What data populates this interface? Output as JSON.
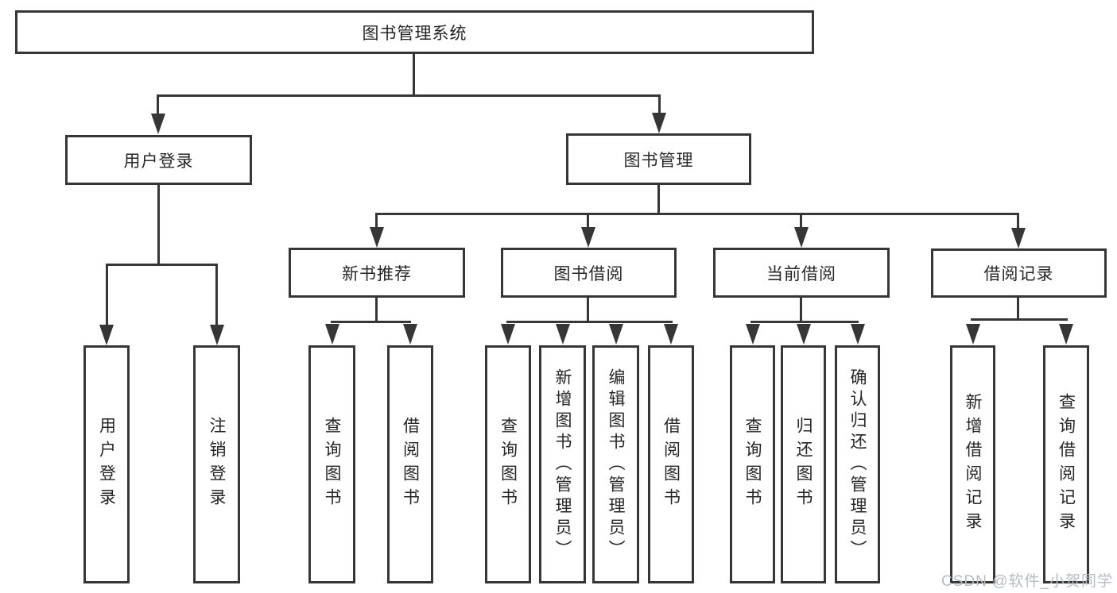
{
  "diagram": {
    "type": "hierarchy-tree",
    "root": {
      "label": "图书管理系统"
    },
    "level2": [
      {
        "label": "用户登录"
      },
      {
        "label": "图书管理"
      }
    ],
    "level3": [
      {
        "label": "新书推荐"
      },
      {
        "label": "图书借阅"
      },
      {
        "label": "当前借阅"
      },
      {
        "label": "借阅记录"
      }
    ],
    "leaves": [
      {
        "label": "用户登录"
      },
      {
        "label": "注销登录"
      },
      {
        "label": "查询图书"
      },
      {
        "label": "借阅图书"
      },
      {
        "label": "查询图书"
      },
      {
        "label": "新增图书（管理员）"
      },
      {
        "label": "编辑图书（管理员）"
      },
      {
        "label": "借阅图书"
      },
      {
        "label": "查询图书"
      },
      {
        "label": "归还图书"
      },
      {
        "label": "确认归还（管理员）"
      },
      {
        "label": "新增借阅记录"
      },
      {
        "label": "查询借阅记录"
      }
    ],
    "tree": {
      "图书管理系统": {
        "用户登录": [
          "用户登录",
          "注销登录"
        ],
        "图书管理": {
          "新书推荐": [
            "查询图书",
            "借阅图书"
          ],
          "图书借阅": [
            "查询图书",
            "新增图书（管理员）",
            "编辑图书（管理员）",
            "借阅图书"
          ],
          "当前借阅": [
            "查询图书",
            "归还图书",
            "确认归还（管理员）"
          ],
          "借阅记录": [
            "新增借阅记录",
            "查询借阅记录"
          ]
        }
      }
    }
  },
  "watermark": {
    "text": "CSDN @软件_小贺同学"
  },
  "colors": {
    "line": "#363636",
    "text": "#262626",
    "watermark": "#b7bbc3",
    "bg": "#ffffff"
  }
}
